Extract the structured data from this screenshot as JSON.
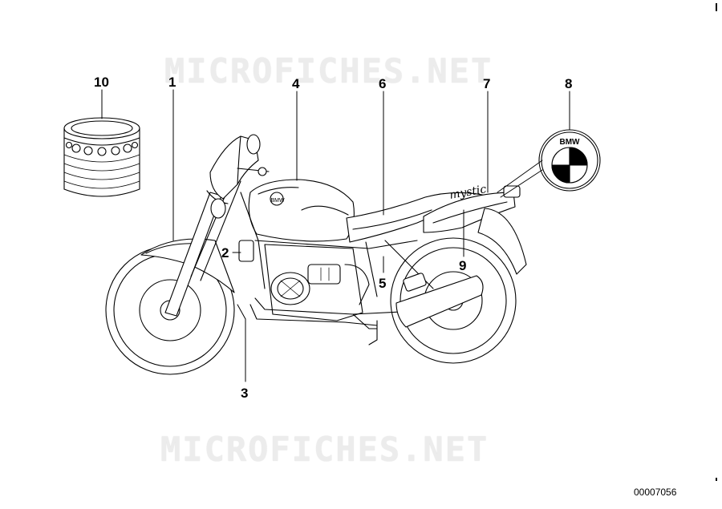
{
  "diagram": {
    "watermark_text": "MICROFICHES.NET",
    "diagram_number": "00007056",
    "tank_badge_text": "BMW",
    "emblem_text": "BMW",
    "side_cover_script": "mystic",
    "callouts": [
      {
        "id": "1",
        "label": "1"
      },
      {
        "id": "2",
        "label": "2"
      },
      {
        "id": "3",
        "label": "3"
      },
      {
        "id": "4",
        "label": "4"
      },
      {
        "id": "5",
        "label": "5"
      },
      {
        "id": "6",
        "label": "6"
      },
      {
        "id": "7",
        "label": "7"
      },
      {
        "id": "8",
        "label": "8"
      },
      {
        "id": "9",
        "label": "9"
      },
      {
        "id": "10",
        "label": "10"
      }
    ]
  }
}
